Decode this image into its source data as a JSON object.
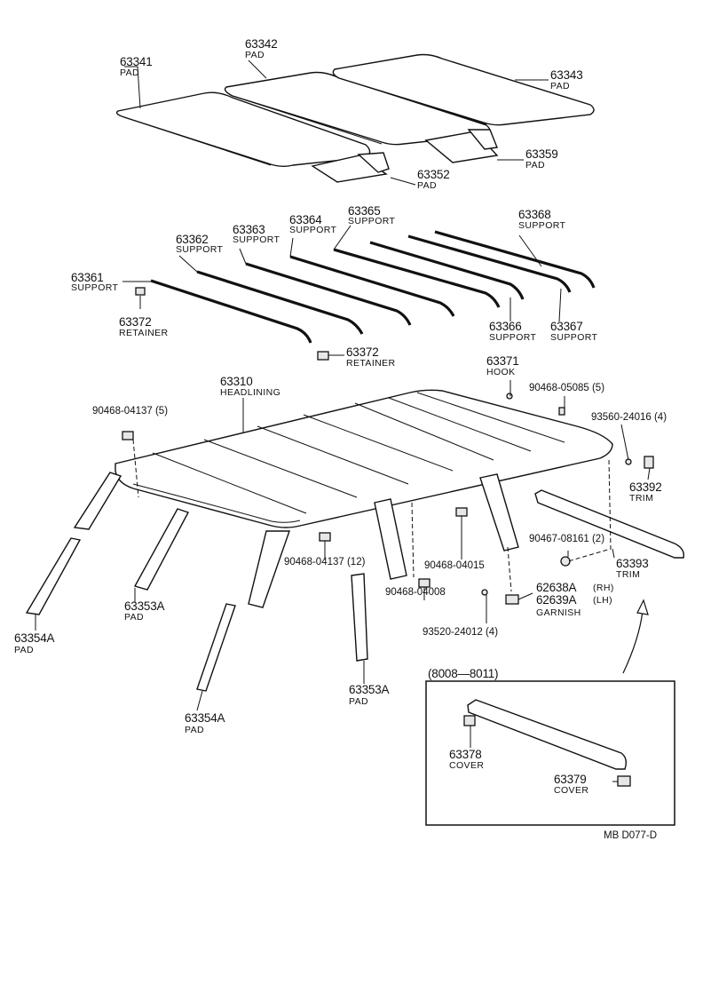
{
  "labels": {
    "p63341": {
      "num": "63341",
      "desc": "PAD"
    },
    "p63342": {
      "num": "63342",
      "desc": "PAD"
    },
    "p63343": {
      "num": "63343",
      "desc": "PAD"
    },
    "p63359": {
      "num": "63359",
      "desc": "PAD"
    },
    "p63352": {
      "num": "63352",
      "desc": "PAD"
    },
    "p63361": {
      "num": "63361",
      "desc": "SUPPORT"
    },
    "p63362": {
      "num": "63362",
      "desc": "SUPPORT"
    },
    "p63363": {
      "num": "63363",
      "desc": "SUPPORT"
    },
    "p63364": {
      "num": "63364",
      "desc": "SUPPORT"
    },
    "p63365": {
      "num": "63365",
      "desc": "SUPPORT"
    },
    "p63368": {
      "num": "63368",
      "desc": "SUPPORT"
    },
    "p63366": {
      "num": "63366",
      "desc": "SUPPORT"
    },
    "p63367": {
      "num": "63367",
      "desc": "SUPPORT"
    },
    "p63372a": {
      "num": "63372",
      "desc": "RETAINER"
    },
    "p63372b": {
      "num": "63372",
      "desc": "RETAINER"
    },
    "p63371": {
      "num": "63371",
      "desc": "HOOK"
    },
    "p63310": {
      "num": "63310",
      "desc": "HEADLINING"
    },
    "c9046805085": "90468-05085 (5)",
    "c9046804137a": "90468-04137 (5)",
    "c9356024016": "93560-24016 (4)",
    "p63392": {
      "num": "63392",
      "desc": "TRIM"
    },
    "c9046708161": "90467-08161 (2)",
    "p63393": {
      "num": "63393",
      "desc": "TRIM"
    },
    "c9046804137b": "90468-04137 (12)",
    "c9046804015": "90468-04015",
    "p62638": "62638A",
    "p62638note": "(RH)",
    "p62639": "62639A",
    "p62639note": "(LH)",
    "garnish": "GARNISH",
    "c9046804008": "90468-04008",
    "c9352024012": "93520-24012 (4)",
    "p63353Aa": {
      "num": "63353A",
      "desc": "PAD"
    },
    "p63354Aa": {
      "num": "63354A",
      "desc": "PAD"
    },
    "p63353Ab": {
      "num": "63353A",
      "desc": "PAD"
    },
    "p63354Ab": {
      "num": "63354A",
      "desc": "PAD"
    },
    "inset_title": "(8008—8011)",
    "p63378": {
      "num": "63378",
      "desc": "COVER"
    },
    "p63379": {
      "num": "63379",
      "desc": "COVER"
    },
    "code": "MB  D077-D"
  }
}
